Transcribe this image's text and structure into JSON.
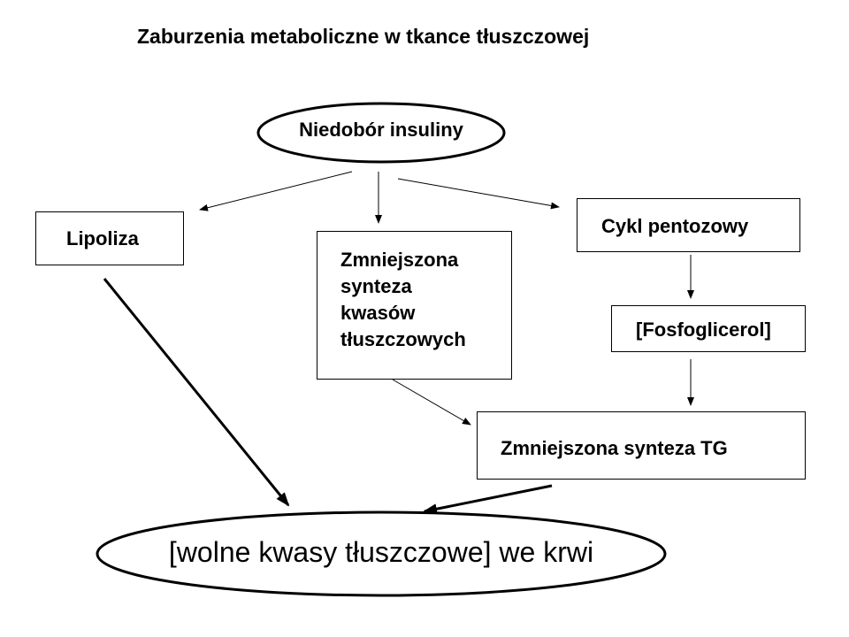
{
  "title": "Zaburzenia metaboliczne w tkance tłuszczowej",
  "nodes": {
    "insulin": "Niedobór insuliny",
    "lipoliza": "Lipoliza",
    "fatty_synthesis": [
      "Zmniejszona",
      "synteza",
      "kwasów",
      "tłuszczowych"
    ],
    "pentose": "Cykl pentozowy",
    "fosfoglicerol": "[Fosfoglicerol]",
    "tg_synthesis": "Zmniejszona synteza TG",
    "ffa_blood": "[wolne kwasy tłuszczowe] we krwi"
  },
  "indicators": {
    "lipoliza": "up-arrow-icon",
    "pentose": "down-arrow-icon",
    "fosfoglicerol": "down-arrow-icon"
  }
}
